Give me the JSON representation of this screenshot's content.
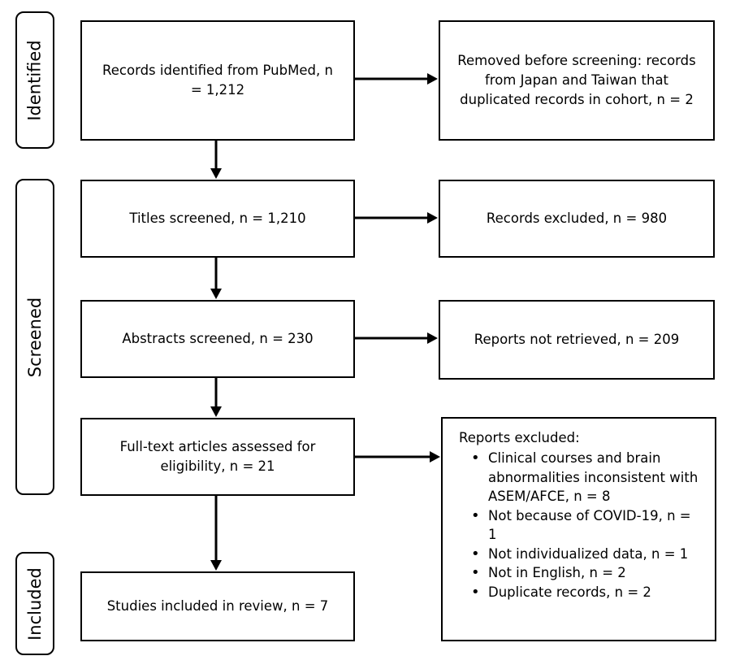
{
  "phases": {
    "identified": "Identified",
    "screened": "Screened",
    "included": "Included"
  },
  "boxes": {
    "records_identified": "Records identified from PubMed, n = 1,212",
    "titles_screened": "Titles screened, n = 1,210",
    "abstracts_screened": "Abstracts screened, n = 230",
    "fulltext_assessed": "Full-text articles assessed for eligibility, n = 21",
    "studies_included": "Studies included in review, n = 7"
  },
  "exclusions": {
    "removed_before_screening": "Removed before screening: records from Japan and Taiwan that duplicated records in cohort, n = 2",
    "records_excluded": "Records excluded, n = 980",
    "reports_not_retrieved": "Reports not retrieved, n = 209",
    "reports_excluded": {
      "title": "Reports excluded:",
      "items": [
        "Clinical courses and brain abnormalities inconsistent with ASEM/AFCE, n = 8",
        "Not because of COVID-19, n = 1",
        "Not individualized data, n = 1",
        "Not in English, n = 2",
        "Duplicate records, n = 2"
      ]
    }
  }
}
